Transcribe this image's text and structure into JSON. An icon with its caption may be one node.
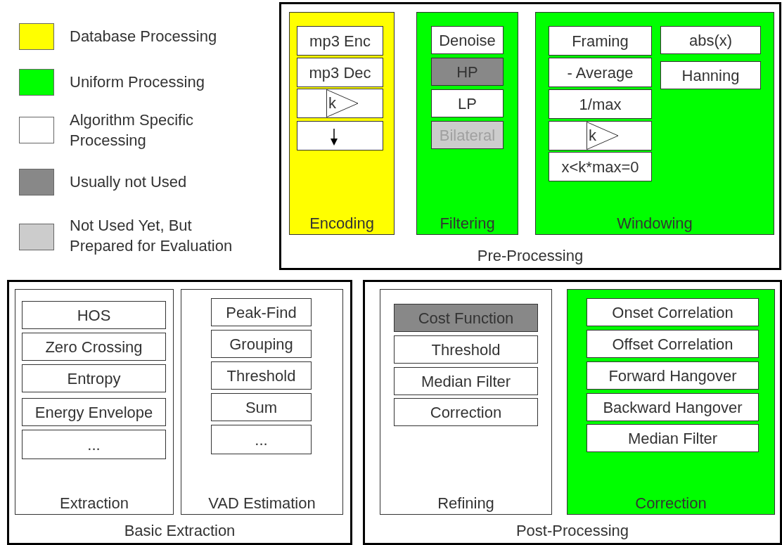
{
  "diagram": {
    "nodes": [
      {
        "text": [
          "Pre-Processing"
        ]
      },
      {
        "text": [
          "Encoding"
        ],
        "in": 0
      },
      {
        "text": [
          "mp3 Enc"
        ],
        "in": 1
      },
      {
        "text": [
          "mp3 Dec"
        ],
        "in": 1
      },
      {
        "text": [
          "k"
        ],
        "in": 1
      },
      {
        "text": [],
        "shape": "box",
        "in": 1
      },
      {
        "text": [
          "Filtering"
        ],
        "in": 0
      },
      {
        "text": [
          "Denoise"
        ],
        "in": 6
      },
      {
        "text": [
          "HP"
        ],
        "in": 6
      },
      {
        "text": [
          "LP"
        ],
        "in": 6
      },
      {
        "text": [
          "Bilateral"
        ],
        "in": 6
      },
      {
        "text": [
          "Windowing"
        ],
        "in": 0
      },
      {
        "text": [
          "Framing"
        ],
        "in": 11
      },
      {
        "text": [
          "- Average"
        ],
        "in": 11
      },
      {
        "text": [
          "1/max"
        ],
        "in": 11
      },
      {
        "text": [
          "k"
        ],
        "in": 11
      },
      {
        "text": [
          "x<k*max=0"
        ],
        "in": 11
      },
      {
        "text": [
          "abs(x)"
        ],
        "in": 11
      },
      {
        "text": [
          "Hanning"
        ],
        "in": 11
      },
      {
        "text": [
          "Basic Extraction"
        ]
      },
      {
        "text": [
          "Extraction"
        ],
        "in": 19
      },
      {
        "text": [
          "HOS"
        ],
        "in": 20
      },
      {
        "text": [
          "Zero Crossing"
        ],
        "in": 20
      },
      {
        "text": [
          "Entropy"
        ],
        "in": 20
      },
      {
        "text": [
          "Energy Envelope"
        ],
        "in": 20
      },
      {
        "text": [
          "..."
        ],
        "in": 20
      },
      {
        "text": [
          "VAD Estimation"
        ],
        "in": 19
      },
      {
        "text": [
          "Peak-Find"
        ],
        "in": 26
      },
      {
        "text": [
          "Grouping"
        ],
        "in": 26
      },
      {
        "text": [
          "Threshold"
        ],
        "in": 26
      },
      {
        "text": [
          "Sum"
        ],
        "in": 26
      },
      {
        "text": [
          "..."
        ],
        "in": 26
      },
      {
        "text": [
          "Post-Processing"
        ]
      },
      {
        "text": [
          "Refining"
        ],
        "in": 32
      },
      {
        "text": [
          "Cost Function"
        ],
        "in": 33
      },
      {
        "text": [
          "Threshold"
        ],
        "in": 33
      },
      {
        "text": [
          "Median Filter"
        ],
        "in": 33
      },
      {
        "text": [
          "Correction"
        ],
        "in": 33
      },
      {
        "text": [
          "Correction"
        ],
        "in": 32
      },
      {
        "text": [
          "Onset Correlation"
        ],
        "in": 38
      },
      {
        "text": [
          "Offset Correlation"
        ],
        "in": 38
      },
      {
        "text": [
          "Forward Hangover"
        ],
        "in": 38
      },
      {
        "text": [
          "Backward Hangover"
        ],
        "in": 38
      },
      {
        "text": [
          "Median Filter"
        ],
        "in": 38
      }
    ],
    "legend": [
      {
        "text": "Database Processing",
        "color": "#ffff00"
      },
      {
        "text": "Uniform Processing",
        "color": "#00ff00"
      },
      {
        "text": "Algorithm Specific Processing",
        "color": "#ffffff"
      },
      {
        "text": "Usually not Used",
        "color": "#888888"
      },
      {
        "text": "Not Used Yet, But Prepared for Evaluation",
        "color": "#cccccc"
      }
    ]
  }
}
